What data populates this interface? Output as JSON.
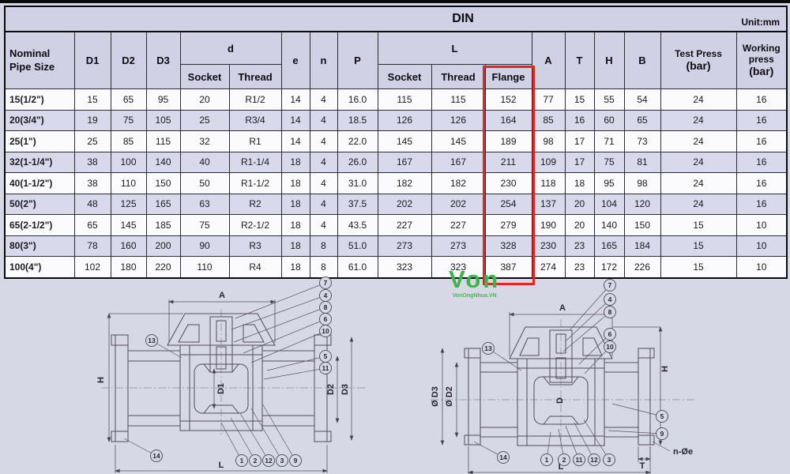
{
  "table": {
    "title": "DIN",
    "unit": "Unit:mm",
    "headers": {
      "nominal": "Nominal Pipe Size",
      "d1": "D1",
      "d2": "D2",
      "d3": "D3",
      "d_group": "d",
      "e": "e",
      "n": "n",
      "p": "P",
      "l_group": "L",
      "socket": "Socket",
      "thread": "Thread",
      "flange": "Flange",
      "a": "A",
      "t": "T",
      "h": "H",
      "b": "B",
      "test_press": "Test Press",
      "test_press_unit": "(bar)",
      "working_press": "Working press",
      "working_press_unit": "(bar)"
    },
    "rows": [
      [
        "15(1/2\")",
        "15",
        "65",
        "95",
        "20",
        "R1/2",
        "14",
        "4",
        "16.0",
        "115",
        "115",
        "152",
        "77",
        "15",
        "55",
        "54",
        "24",
        "16"
      ],
      [
        "20(3/4\")",
        "19",
        "75",
        "105",
        "25",
        "R3/4",
        "14",
        "4",
        "18.5",
        "126",
        "126",
        "164",
        "85",
        "16",
        "60",
        "65",
        "24",
        "16"
      ],
      [
        "25(1\")",
        "25",
        "85",
        "115",
        "32",
        "R1",
        "14",
        "4",
        "22.0",
        "145",
        "145",
        "189",
        "98",
        "17",
        "71",
        "73",
        "24",
        "16"
      ],
      [
        "32(1-1/4\")",
        "38",
        "100",
        "140",
        "40",
        "R1-1/4",
        "18",
        "4",
        "26.0",
        "167",
        "167",
        "211",
        "109",
        "17",
        "75",
        "81",
        "24",
        "16"
      ],
      [
        "40(1-1/2\")",
        "38",
        "110",
        "150",
        "50",
        "R1-1/2",
        "18",
        "4",
        "31.0",
        "182",
        "182",
        "230",
        "118",
        "18",
        "95",
        "98",
        "24",
        "16"
      ],
      [
        "50(2\")",
        "48",
        "125",
        "165",
        "63",
        "R2",
        "18",
        "4",
        "37.5",
        "202",
        "202",
        "254",
        "137",
        "20",
        "104",
        "120",
        "24",
        "16"
      ],
      [
        "65(2-1/2\")",
        "65",
        "145",
        "185",
        "75",
        "R2-1/2",
        "18",
        "4",
        "43.5",
        "227",
        "227",
        "279",
        "190",
        "20",
        "140",
        "150",
        "15",
        "10"
      ],
      [
        "80(3\")",
        "78",
        "160",
        "200",
        "90",
        "R3",
        "18",
        "8",
        "51.0",
        "273",
        "273",
        "328",
        "230",
        "23",
        "165",
        "184",
        "15",
        "10"
      ],
      [
        "100(4\")",
        "102",
        "180",
        "220",
        "110",
        "R4",
        "18",
        "8",
        "61.0",
        "323",
        "323",
        "387",
        "274",
        "23",
        "172",
        "226",
        "15",
        "10"
      ]
    ]
  },
  "watermark": {
    "logo": "Von",
    "sub": "VonOngNhua.VN"
  },
  "drawings": {
    "left": {
      "dims": {
        "a": "A",
        "h": "H",
        "l": "L",
        "d1": "D1",
        "d2": "D2",
        "d3": "D3"
      },
      "balloons": {
        "b7": "7",
        "b4": "4",
        "b8": "8",
        "b6": "6",
        "b10": "10",
        "b5": "5",
        "b11": "11",
        "b13": "13",
        "b14": "14",
        "b1": "1",
        "b2": "2",
        "b12": "12",
        "b3": "3",
        "b9": "9"
      }
    },
    "right": {
      "dims": {
        "a": "A",
        "h": "H",
        "l": "L",
        "d": "D",
        "d2": "Ø D2",
        "d3": "Ø D3",
        "t": "T",
        "ne": "n-Øe"
      },
      "balloons": {
        "b7": "7",
        "b4": "4",
        "b8": "8",
        "b6": "6",
        "b10": "10",
        "b5": "5",
        "b9": "9",
        "b13": "13",
        "b14": "14",
        "b1": "1",
        "b2": "2",
        "b11": "11",
        "b12": "12",
        "b3": "3"
      }
    }
  }
}
